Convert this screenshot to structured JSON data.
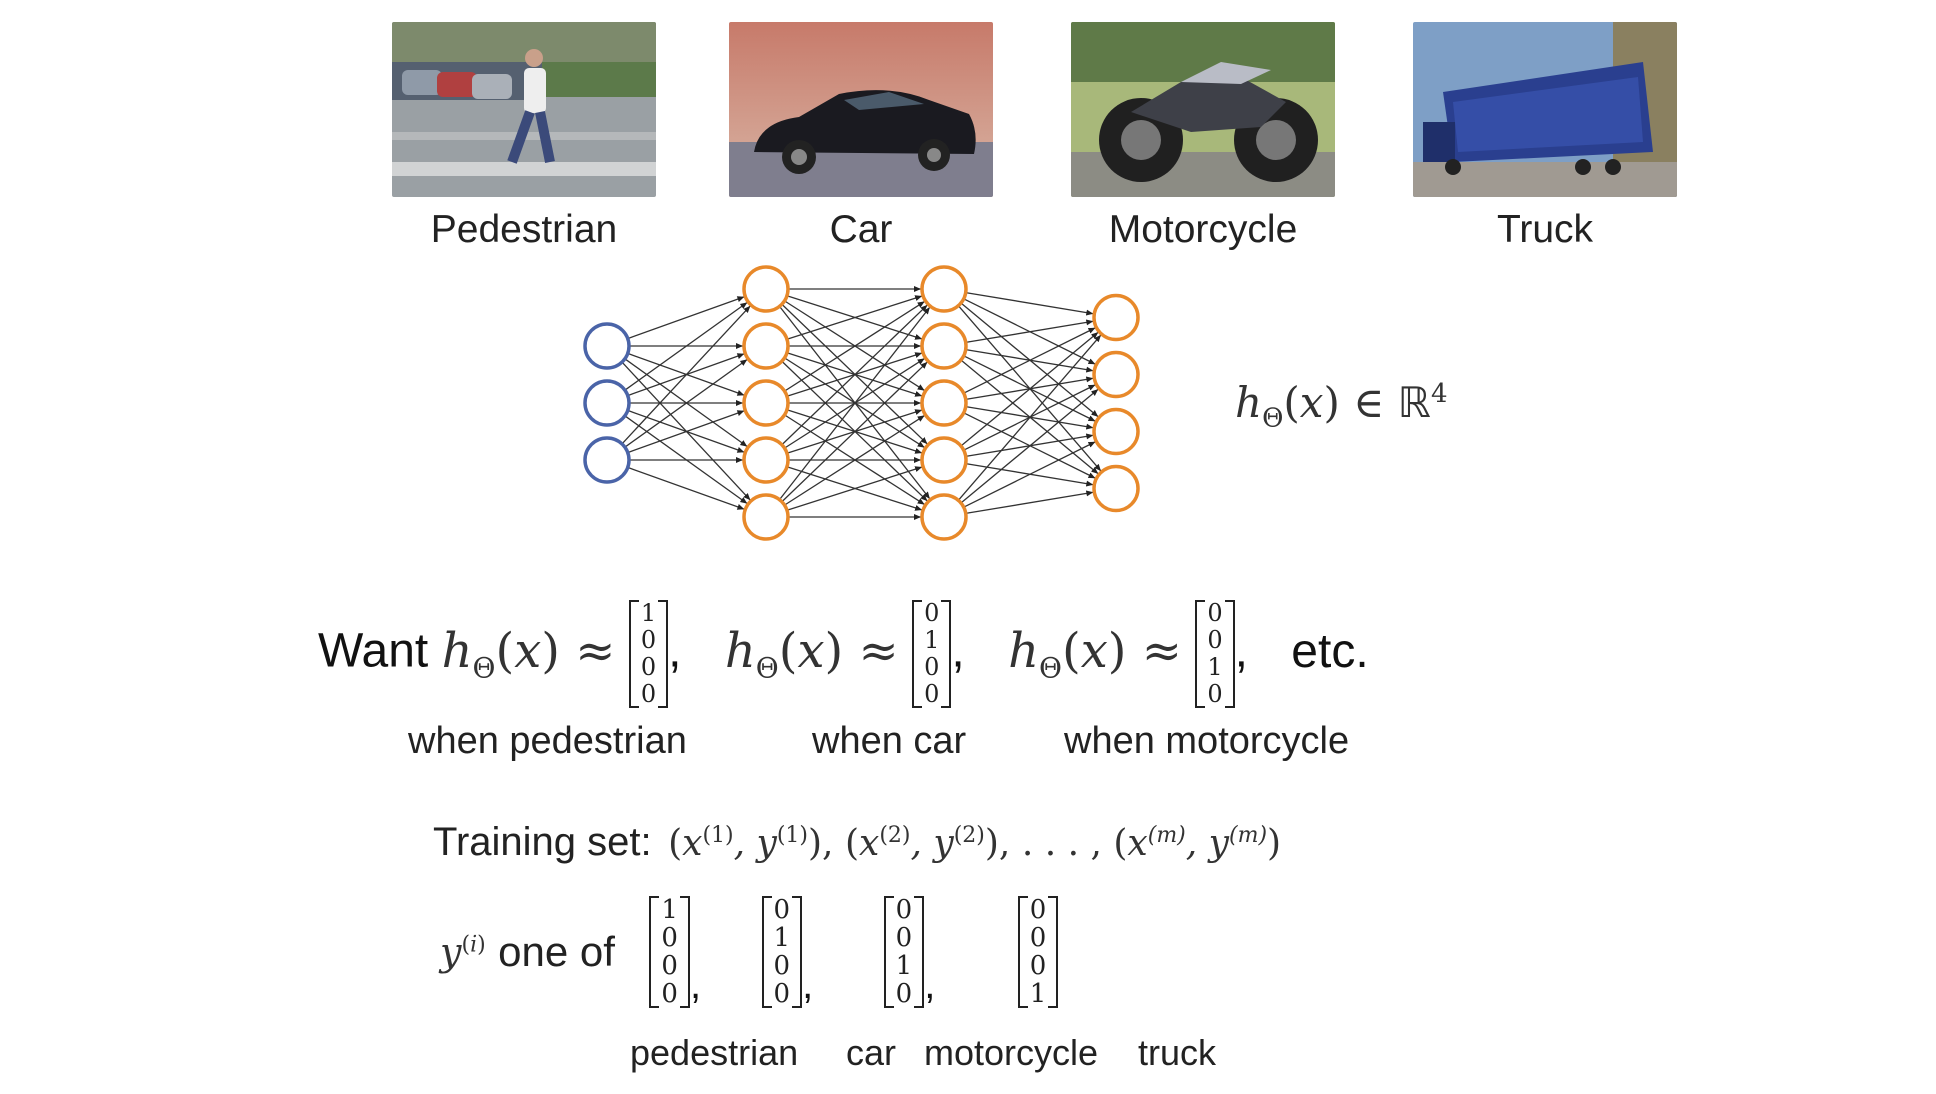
{
  "images": [
    {
      "label": "Pedestrian"
    },
    {
      "label": "Car"
    },
    {
      "label": "Motorcycle"
    },
    {
      "label": "Truck"
    }
  ],
  "network": {
    "layers": [
      3,
      5,
      5,
      4
    ],
    "input_color": "#4a64a8",
    "hidden_color": "#e8892a",
    "output_color": "#e8892a",
    "output_formula": "h_Θ(x) ∈ ℝ^4"
  },
  "want": {
    "prefix": "Want",
    "suffix": "etc.",
    "items": [
      {
        "vector": [
          "1",
          "0",
          "0",
          "0"
        ],
        "when": "when pedestrian"
      },
      {
        "vector": [
          "0",
          "1",
          "0",
          "0"
        ],
        "when": "when car"
      },
      {
        "vector": [
          "0",
          "0",
          "1",
          "0"
        ],
        "when": "when motorcycle"
      }
    ]
  },
  "training": {
    "label": "Training set:",
    "formula": "(x(1), y(1)), (x(2), y(2)), . . . , (x(m), y(m))"
  },
  "onehot": {
    "text": "one of",
    "vectors": [
      {
        "values": [
          "1",
          "0",
          "0",
          "0"
        ],
        "label": "pedestrian"
      },
      {
        "values": [
          "0",
          "1",
          "0",
          "0"
        ],
        "label": "car"
      },
      {
        "values": [
          "0",
          "0",
          "1",
          "0"
        ],
        "label": "motorcycle"
      },
      {
        "values": [
          "0",
          "0",
          "0",
          "1"
        ],
        "label": "truck"
      }
    ]
  }
}
